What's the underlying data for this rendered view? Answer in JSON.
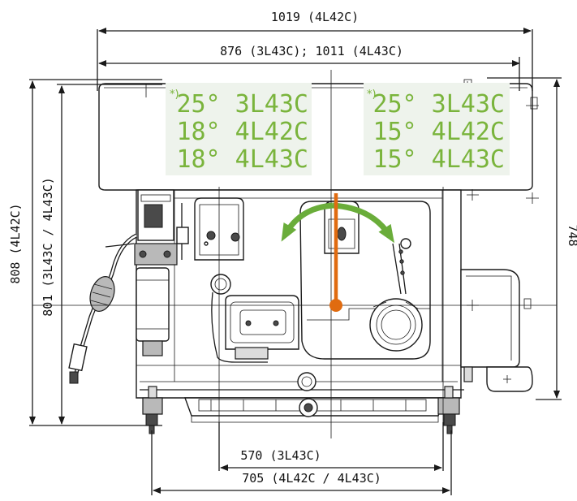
{
  "dimensions": {
    "top_width": "1019 (4L42C)",
    "second_width": "876 (3L43C); 1011 (4L43C)",
    "left_height_outer": "808 (4L42C)",
    "left_height_inner": "801 (3L43C / 4L43C)",
    "right_height": "748",
    "bottom_width_1": "570 (3L43C)",
    "bottom_width_2": "705 (4L42C / 4L43C)"
  },
  "tilt_left": {
    "note": "*)",
    "lines": [
      "25° 3L43C",
      "18° 4L42C",
      "18° 4L43C"
    ]
  },
  "tilt_right": {
    "note": "*)",
    "lines": [
      "25° 3L43C",
      "15° 4L42C",
      "15° 4L43C"
    ]
  },
  "colors": {
    "tilt_text": "#7ab43c",
    "arrow_green": "#6aad3a",
    "pendulum_orange": "#e06b10",
    "panel_bg": "#eef3ec"
  }
}
